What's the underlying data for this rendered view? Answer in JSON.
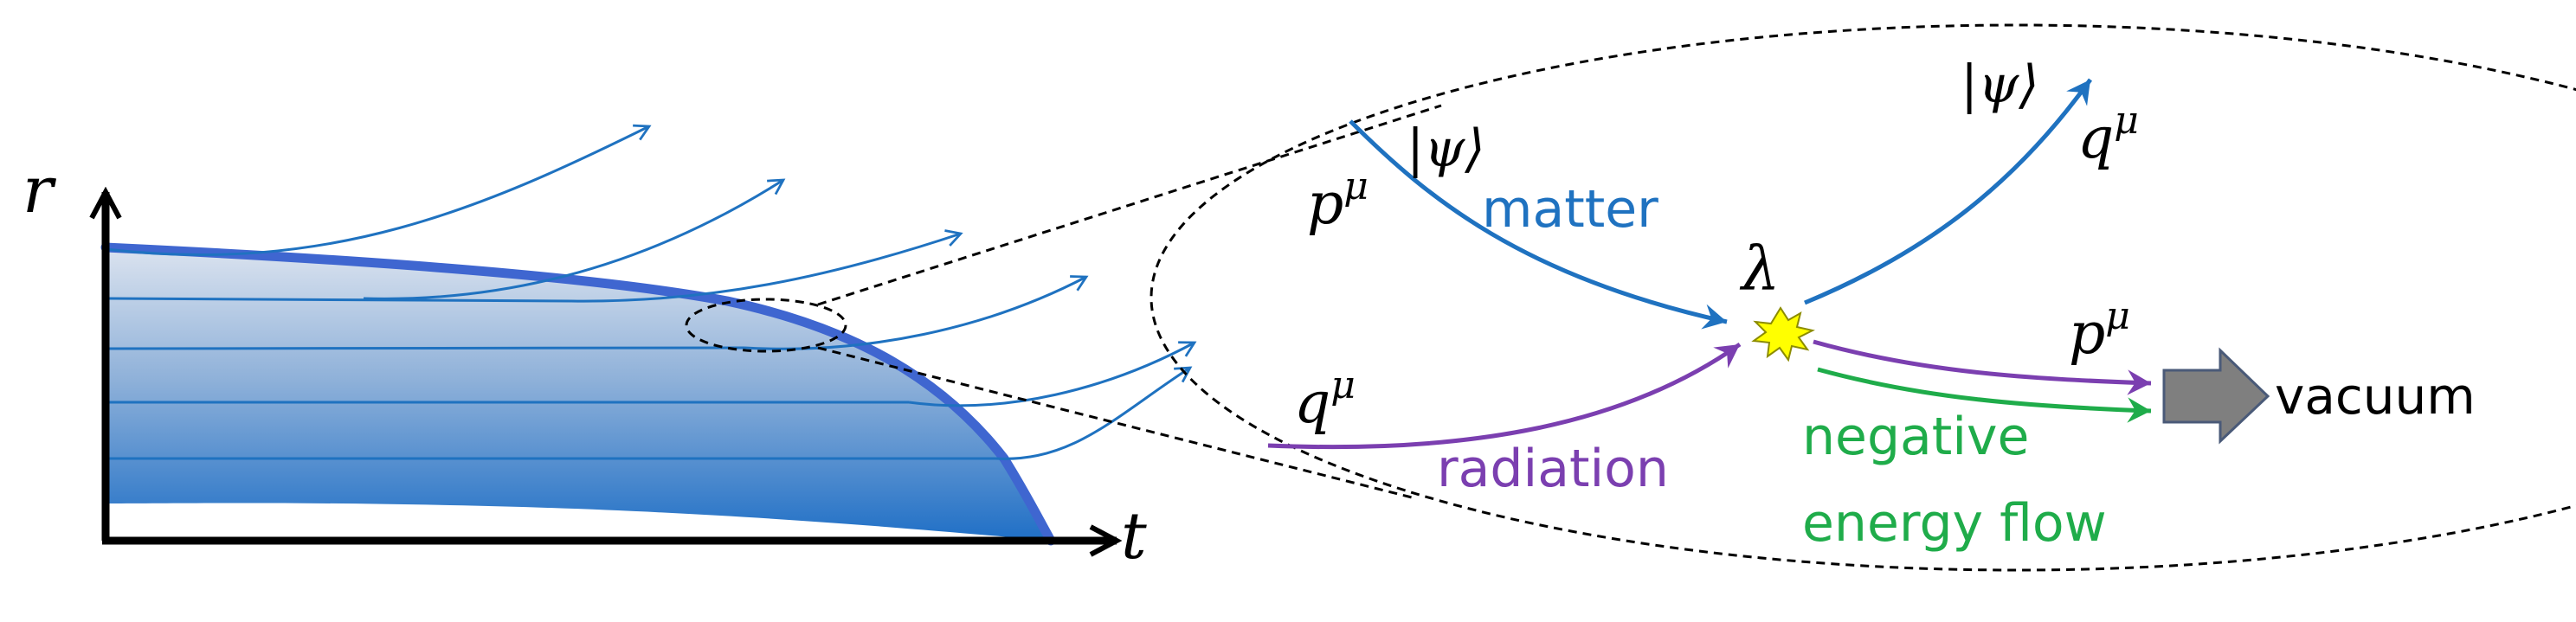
{
  "axes": {
    "y_label": "r",
    "x_label": "t"
  },
  "zoom": {
    "matter": {
      "momentum": "p",
      "superscript": "μ",
      "state": "|ψ⟩",
      "label": "matter"
    },
    "outgoing": {
      "state": "|ψ⟩",
      "momentum": "q",
      "superscript": "μ"
    },
    "radiation": {
      "momentum": "q",
      "superscript": "μ",
      "label": "radiation"
    },
    "vertex": {
      "label": "λ"
    },
    "emitted": {
      "momentum": "p",
      "superscript": "μ"
    },
    "negative_flow": {
      "line1": "negative",
      "line2": "energy flow"
    },
    "vacuum": {
      "label": "vacuum"
    }
  },
  "colors": {
    "matter": "#1f72c0",
    "radiation": "#7b3fb0",
    "negative_energy": "#1fac4a",
    "body_outline": "#3f66d0",
    "vacuum_arrow": "#7f7f7f",
    "star": "#ffff00"
  }
}
